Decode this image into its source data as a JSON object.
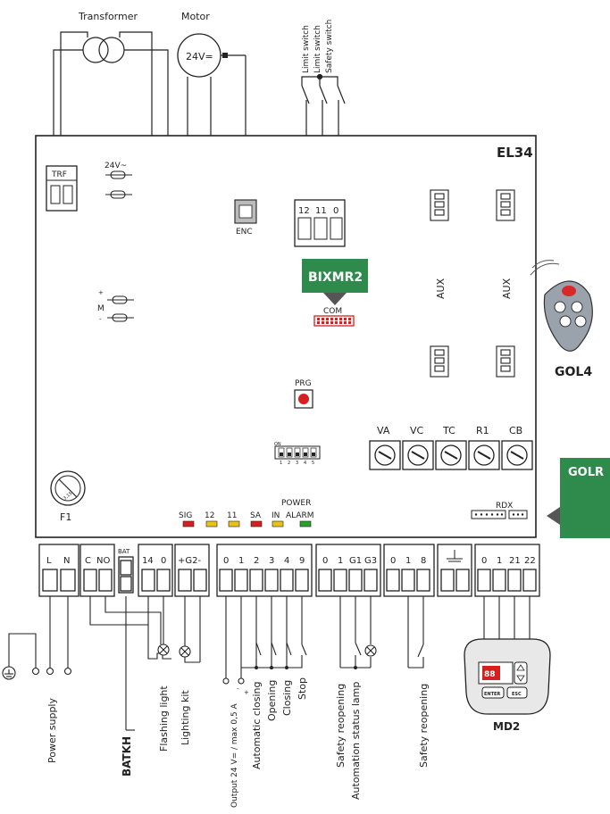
{
  "top": {
    "transformer": "Transformer",
    "motor": "Motor",
    "motor_voltage": "24V=",
    "limit_switch_1": "Limit switch",
    "limit_switch_2": "Limit switch",
    "safety_switch": "Safety switch"
  },
  "board": {
    "name": "EL34",
    "trf": "TRF",
    "ac_label": "24V~",
    "m_plus": "+",
    "m_label": "M",
    "m_minus": "-",
    "enc": "ENC",
    "limit_terminals": [
      "12",
      "11",
      "0"
    ],
    "bixmr2": "BIXMR2",
    "com": "COM",
    "aux_1": "AUX",
    "aux_2": "AUX",
    "prg": "PRG",
    "dip_on": "ON",
    "dip_numbers": [
      "1",
      "2",
      "3",
      "4",
      "5"
    ],
    "trimmers": [
      "VA",
      "VC",
      "TC",
      "R1",
      "CB"
    ],
    "fuse": "F1",
    "fuse_rating": "3,15",
    "leds": [
      "SIG",
      "12",
      "11",
      "SA",
      "IN",
      "ALARM"
    ],
    "led_power": "POWER",
    "rdx": "RDX"
  },
  "accessories": {
    "gol4": "GOL4",
    "golr": "GOLR",
    "md2": "MD2",
    "md2_enter": "ENTER",
    "md2_esc": "ESC",
    "md2_display": "88"
  },
  "terminal_blocks": [
    {
      "labels": [
        "L",
        "N"
      ]
    },
    {
      "labels": [
        "C",
        "NO"
      ]
    },
    {
      "labels": [
        "BAT"
      ]
    },
    {
      "labels": [
        "14",
        "0"
      ]
    },
    {
      "labels": [
        "+G2-"
      ]
    },
    {
      "labels": [
        "0",
        "1",
        "2",
        "3",
        "4",
        "9"
      ]
    },
    {
      "labels": [
        "0",
        "1",
        "G1",
        "G3"
      ]
    },
    {
      "labels": [
        "0",
        "1",
        "8"
      ]
    },
    {
      "labels": []
    },
    {
      "labels": [
        "0",
        "1",
        "21",
        "22"
      ]
    }
  ],
  "bottom_labels": {
    "power_supply": "Power supply",
    "batkh": "BATKH",
    "flashing_light": "Flashing light",
    "lighting_kit": "Lighting kit",
    "output": "Output 24 V= / max 0,5 A",
    "output_minus": "-",
    "output_plus": "+",
    "automatic_closing": "Automatic closing",
    "opening": "Opening",
    "closing": "Closing",
    "stop": "Stop",
    "safety_reopening_1": "Safety reopening",
    "automation_status_lamp": "Automation status lamp",
    "safety_reopening_2": "Safety reopening"
  },
  "colors": {
    "green": "#2e8b4c",
    "led_red": "#d62020",
    "led_yellow": "#e8c21a",
    "led_green": "#2ca02c",
    "remote_red": "#d8282a"
  }
}
